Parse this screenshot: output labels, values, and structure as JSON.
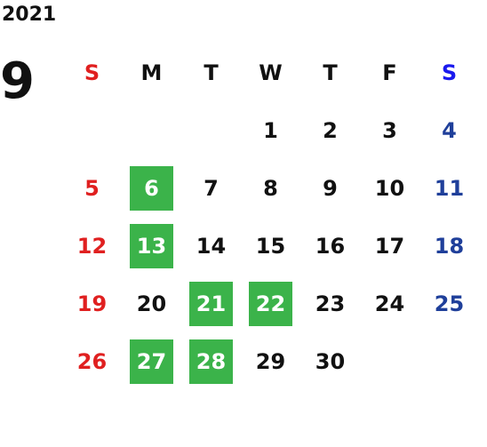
{
  "calendar": {
    "year": "2021",
    "month": "9",
    "weekdays": [
      "S",
      "M",
      "T",
      "W",
      "T",
      "F",
      "S"
    ],
    "weeks": [
      [
        "",
        "",
        "",
        "1",
        "2",
        "3",
        "4"
      ],
      [
        "5",
        "6",
        "7",
        "8",
        "9",
        "10",
        "11"
      ],
      [
        "12",
        "13",
        "14",
        "15",
        "16",
        "17",
        "18"
      ],
      [
        "19",
        "20",
        "21",
        "22",
        "23",
        "24",
        "25"
      ],
      [
        "26",
        "27",
        "28",
        "29",
        "30",
        "",
        ""
      ]
    ],
    "highlighted_days": [
      "6",
      "13",
      "21",
      "22",
      "27",
      "28"
    ],
    "colors": {
      "sunday": "#e02020",
      "saturday": "#1f3f9a",
      "saturday_header": "#1a1aee",
      "highlight": "#3bb34a",
      "weekday": "#111111"
    }
  }
}
